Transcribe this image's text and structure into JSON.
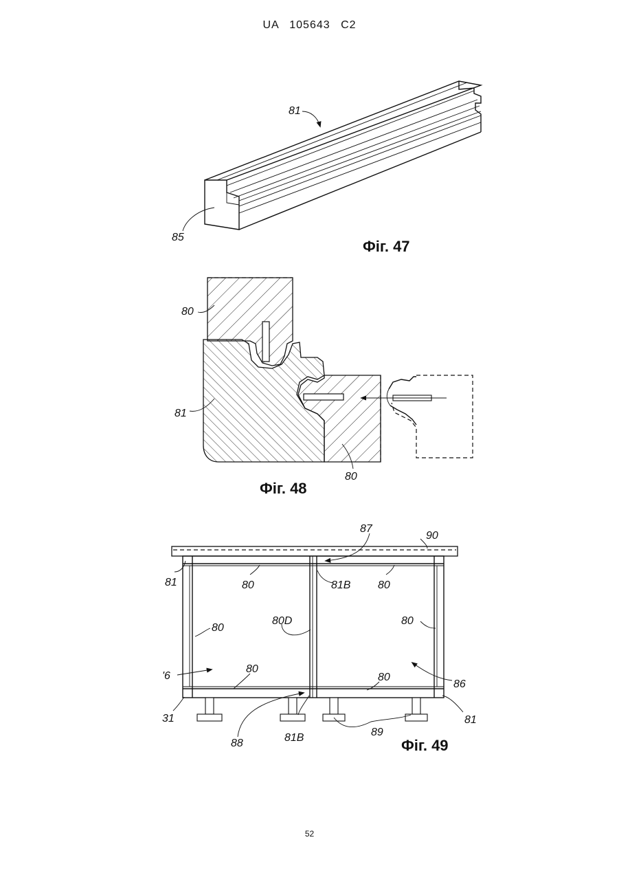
{
  "header": {
    "patent_number": "UA   105643   C2"
  },
  "footer": {
    "page_number": "52"
  },
  "figures": {
    "fig47": {
      "caption": "Фіг. 47",
      "labels": {
        "l81": "81",
        "l85": "85"
      }
    },
    "fig48": {
      "caption": "Фіг. 48",
      "labels": {
        "l80_top": "80",
        "l81": "81",
        "l80_bottom": "80"
      }
    },
    "fig49": {
      "caption": "Фіг. 49",
      "labels": {
        "l87": "87",
        "l90": "90",
        "l81_top_left": "81",
        "l80_top_left": "80",
        "l81B_top": "81B",
        "l80_top_right": "80",
        "l80_left": "80",
        "l80D": "80D",
        "l80_right": "80",
        "l6": "'6",
        "l80_bottom_left": "80",
        "l80_bottom_right": "80",
        "l86": "86",
        "l81_bottom_left": "31",
        "l88": "88",
        "l81B_bottom": "81B",
        "l89": "89",
        "l81_bottom_right": "81"
      }
    }
  }
}
